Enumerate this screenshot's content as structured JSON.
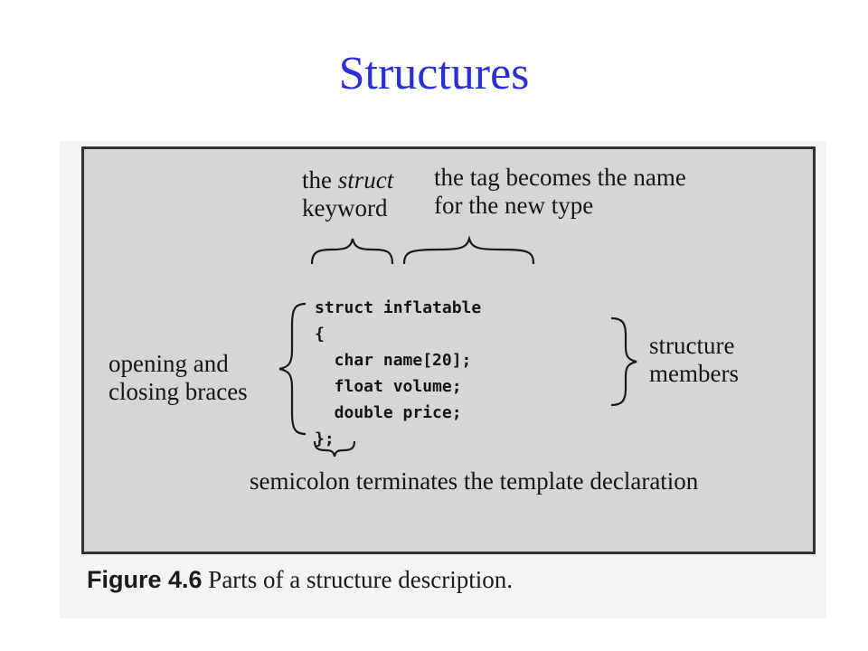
{
  "slide": {
    "title": "Structures"
  },
  "figure": {
    "labels": {
      "struct_keyword": {
        "line1_prefix": "the ",
        "line1_em": "struct",
        "line2": "keyword"
      },
      "tag_name": {
        "line1": "the tag becomes the name",
        "line2": "for the new type"
      },
      "braces": {
        "line1": "opening and",
        "line2": "closing braces"
      },
      "members": {
        "line1": "structure",
        "line2": "members"
      },
      "semicolon": "semicolon terminates the template declaration"
    },
    "code_lines": [
      "struct inflatable",
      "{",
      "  char name[20];",
      "  float volume;",
      "  double price;",
      "};"
    ],
    "caption": {
      "number": "Figure 4.6",
      "text": " Parts of a structure description."
    }
  }
}
